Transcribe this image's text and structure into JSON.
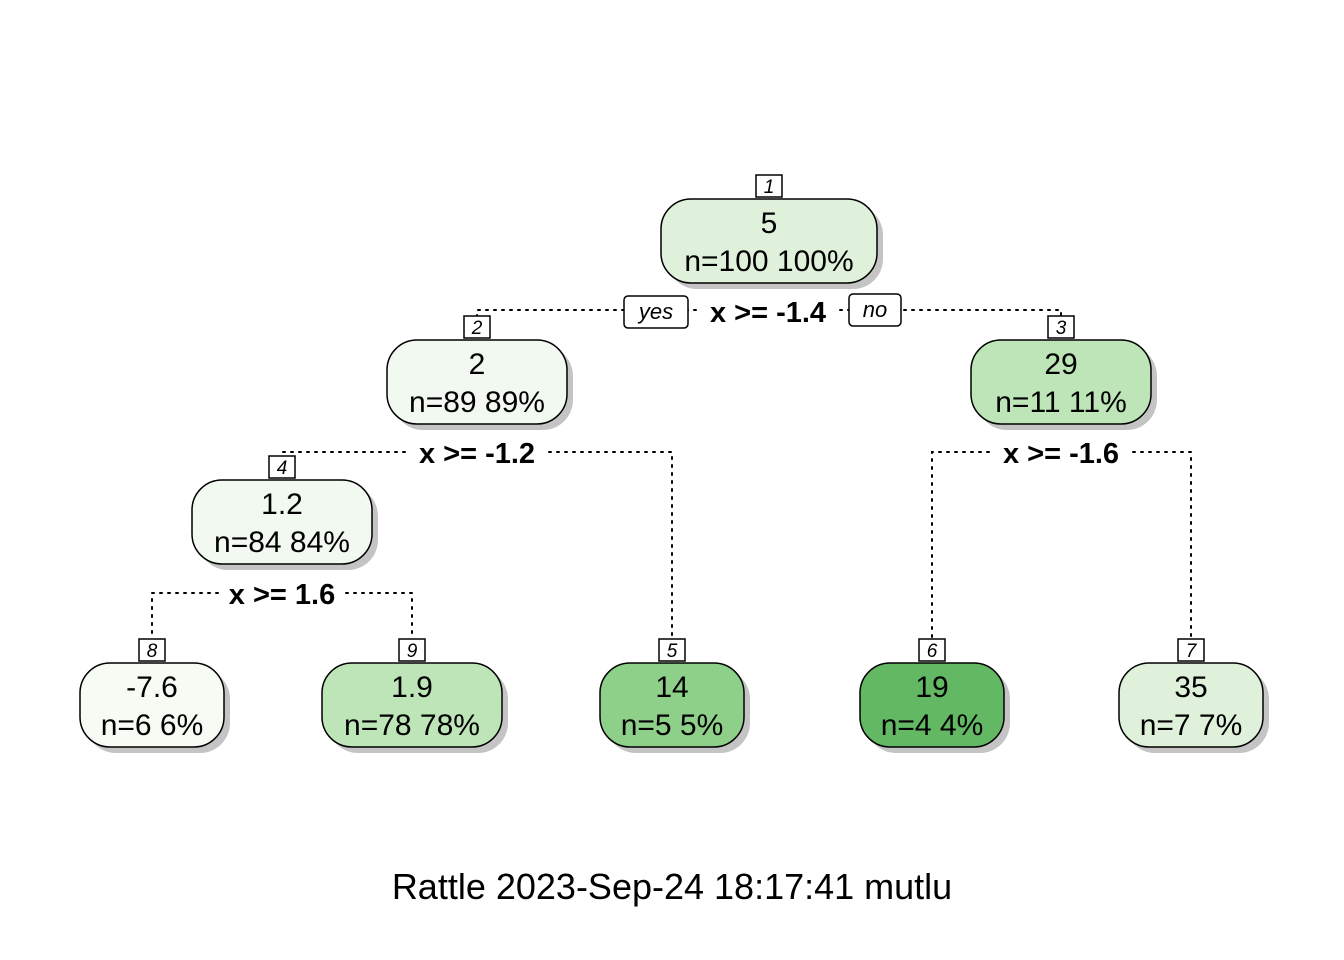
{
  "tree": {
    "nodes": [
      {
        "id": "1",
        "value": "5",
        "stats": "n=100  100%",
        "color": "#dff1da"
      },
      {
        "id": "2",
        "value": "2",
        "stats": "n=89  89%",
        "color": "#f2f9f0"
      },
      {
        "id": "3",
        "value": "29",
        "stats": "n=11  11%",
        "color": "#bde5b7"
      },
      {
        "id": "4",
        "value": "1.2",
        "stats": "n=84  84%",
        "color": "#f2f9f0"
      },
      {
        "id": "8",
        "value": "-7.6",
        "stats": "n=6  6%",
        "color": "#f6fbf4"
      },
      {
        "id": "9",
        "value": "1.9",
        "stats": "n=78  78%",
        "color": "#bde5b7"
      },
      {
        "id": "5",
        "value": "14",
        "stats": "n=5  5%",
        "color": "#8ecf89"
      },
      {
        "id": "6",
        "value": "19",
        "stats": "n=4  4%",
        "color": "#63b863"
      },
      {
        "id": "7",
        "value": "35",
        "stats": "n=7  7%",
        "color": "#dff1da"
      }
    ],
    "splits": [
      {
        "node": "1",
        "rule": "x >= -1.4"
      },
      {
        "node": "2",
        "rule": "x >= -1.2"
      },
      {
        "node": "3",
        "rule": "x >= -1.6"
      },
      {
        "node": "4",
        "rule": "x >= 1.6"
      }
    ],
    "yes_label": "yes",
    "no_label": "no"
  },
  "caption": "Rattle 2023-Sep-24 18:17:41 mutlu"
}
